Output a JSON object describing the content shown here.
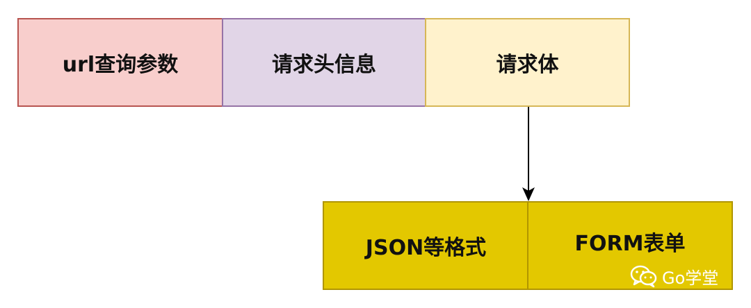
{
  "top_row": {
    "url_params": "url查询参数",
    "request_headers": "请求头信息",
    "request_body": "请求体"
  },
  "bottom_row": {
    "json_formats": "JSON等格式",
    "form": "FORM表单"
  },
  "watermark": {
    "icon": "wechat-icon",
    "text": "Go学堂"
  },
  "colors": {
    "url_fill": "#f8cecc",
    "url_border": "#b85450",
    "header_fill": "#e1d5e7",
    "header_border": "#9673a6",
    "body_fill": "#fff2cc",
    "body_border": "#d6b656",
    "bottom_fill": "#e3c800",
    "bottom_border": "#b09500",
    "arrow": "#000000"
  }
}
